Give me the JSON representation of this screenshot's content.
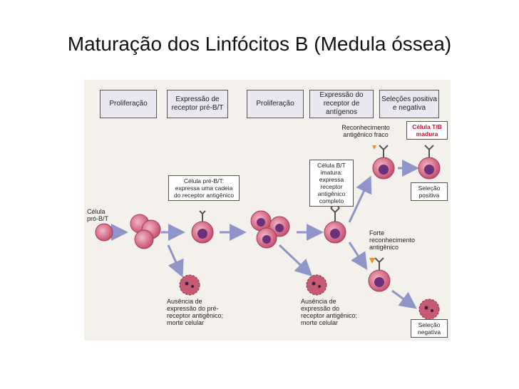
{
  "title": "Maturação dos Linfócitos B (Medula óssea)",
  "stages": [
    "Proliferação",
    "Expressão de receptor pré-B/T",
    "Proliferação",
    "Expressão do receptor de antígenos",
    "Seleções positiva e negativa"
  ],
  "labels": {
    "pro_cell": "Célula pró-B/T",
    "pre_cell": "Célula pré-B/T: expressa uma cadeia do receptor antigênico",
    "immature": "Célula B/T imatura: expressa receptor antigênico completo",
    "weak_recognition": "Reconhecimento antigênico fraco",
    "strong_recognition": "Forte reconhecimento antigênico",
    "mature_cell": "Célula T/B madura",
    "positive_selection": "Seleção positiva",
    "negative_selection": "Seleção negativa",
    "death_pre": "Ausência de expressão do pré-receptor antigênico; morte celular",
    "death_receptor": "Ausência de expressão do receptor antigênico; morte celular"
  },
  "colors": {
    "cell": "#d0607d",
    "cell_light": "#eea6bb",
    "nucleus": "#6b2f7c",
    "arrow": "#8f95c9",
    "red_text": "#c0122f"
  }
}
